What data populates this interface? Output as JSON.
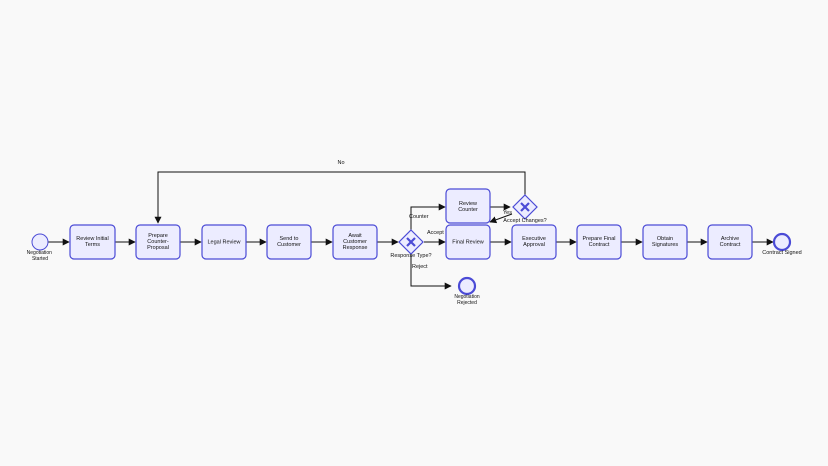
{
  "diagram": {
    "start_event": "Negotiation Started",
    "tasks": {
      "review_initial_terms": "Review Initial Terms",
      "prepare_counter_proposal": "Prepare Counter-Proposal",
      "legal_review": "Legal Review",
      "send_to_customer": "Send to Customer",
      "await_customer_response": "Await Customer Response",
      "review_counter": "Review Counter",
      "final_review": "Final Review",
      "executive_approval": "Executive Approval",
      "prepare_final_contract": "Prepare Final Contract",
      "obtain_signatures": "Obtain Signatures",
      "archive_contract": "Archive Contract"
    },
    "gateways": {
      "response_type": "Response Type?",
      "accept_changes": "Accept Changes?"
    },
    "end_events": {
      "contract_signed": "Contract Signed",
      "negotiation_rejected": "Negotiation Rejected"
    },
    "flow_labels": {
      "no": "No",
      "yes": "Yes",
      "counter": "Counter",
      "accept": "Accept",
      "reject": "Reject"
    },
    "colors": {
      "node_fill": "#ececff",
      "node_stroke": "#4b4bd6",
      "edge": "#111111",
      "background": "#f9f9f9"
    }
  }
}
